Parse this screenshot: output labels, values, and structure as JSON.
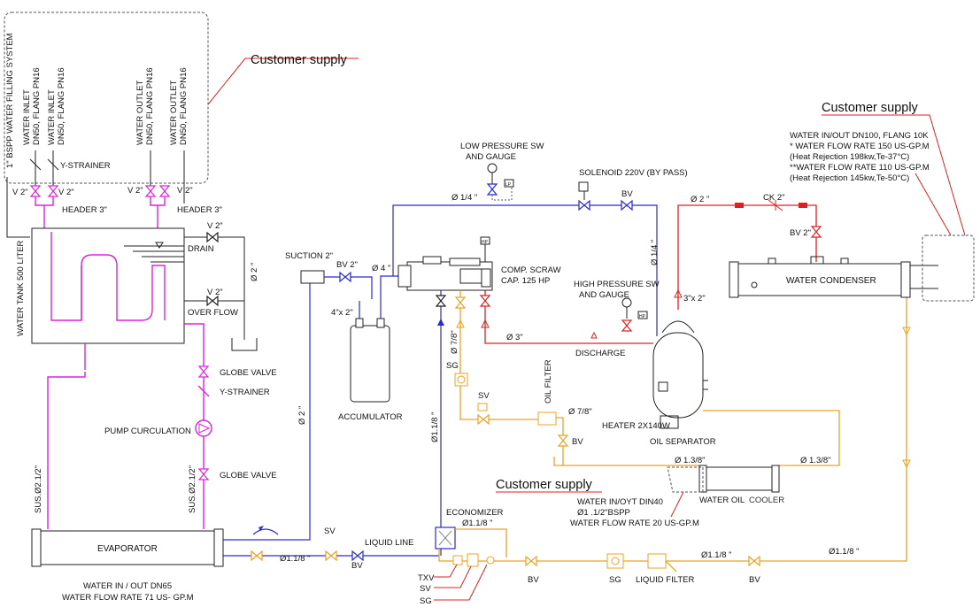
{
  "labels": {
    "customer_supply_top": "Customer supply",
    "customer_supply_right": "Customer supply",
    "customer_supply_bottom": "Customer supply",
    "bspp_filling": "1\" BSPP WATER FILLING SYSTEM",
    "water_inlet_1a": "WATER INLET",
    "water_inlet_1b": "DN50, FLANG PN16",
    "water_inlet_2a": "WATER INLET",
    "water_inlet_2b": "DN50, FLANG  PN16",
    "water_outlet_1a": "WATER OUTLET",
    "water_outlet_1b": "DN50, FLANG PN16",
    "water_outlet_2a": "WATER OUTLET",
    "water_outlet_2b": "DN50, FLANG PN16",
    "y_strainer_top": "Y-STRAINER",
    "v2_1": "V 2\"",
    "v2_2": "V 2\"",
    "v2_3": "V 2\"",
    "v2_4": "V 2\"",
    "header_left": "HEADER 3\"",
    "header_right": "HEADER 3\"",
    "v2_drain": "V 2\"",
    "drain": "DRAIN",
    "v2_overflow": "V 2\"",
    "overflow": "OVER FLOW",
    "dia2_tank": "Ø 2 \"",
    "water_tank": "WATER TANK 500 LITER",
    "globe_valve_top": "GLOBE VALVE",
    "y_strainer_mid": "Y-STRAINER",
    "pump": "PUMP CURCULATION",
    "globe_valve_bottom": "GLOBE VALVE",
    "sus_left": "SUS.Ø2.1/2\"",
    "sus_right": "SUS.Ø2.1/2\"",
    "evaporator": "EVAPORATOR",
    "evap_water_1": "WATER IN / OUT DN65",
    "evap_water_2": "WATER FLOW RATE 71 US- GP.M",
    "suction": "SUCTION 2\"",
    "bv2_suction": "BV 2\"",
    "dia4": "Ø 4 \"",
    "four_by_two": "4\"x 2\"",
    "dia2_suction": "Ø 2 \"",
    "accumulator": "ACCUMULATOR",
    "sv_evap": "SV",
    "bv_evap": "BV",
    "dia118_evap": "Ø1.1/8 \"",
    "liquid_line": "LIQUID LINE",
    "low_pressure_1": "LOW PRESSURE SW",
    "low_pressure_2": "AND GAUGE",
    "lp_tag": "LP",
    "dia14_top": "Ø 1/4 \"",
    "solenoid": "SOLENOID 220V (BY PASS)",
    "bv_solenoid": "BV",
    "dia14_right": "Ø 1/4 \"",
    "hp_tag1": "HP",
    "comp_1": "COMP. SCRAW",
    "comp_2": "CAP. 125 HP",
    "high_pressure_1": "HIGH PRESSURE SW",
    "high_pressure_2": "AND GAUGE",
    "hp_tag2": "HP",
    "dia78_comp": "Ø 7/8\"",
    "dia3": "Ø 3\"",
    "discharge": "DISCHARGE",
    "three_by_two": "3\"x 2\"",
    "sg_left": "SG",
    "sv_oil": "SV",
    "oil_filter": "OIL FILTER",
    "dia78_oil": "Ø 7/8\"",
    "bv_oil": "BV",
    "heater": "HEATER 2X140W",
    "oil_separator": "OIL SEPARATOR",
    "dia118_vertical": "Ø1.1/8 \"",
    "dia138_left": "Ø 1.3/8\"",
    "dia138_right": "Ø 1.3/8\"",
    "water_oil_cooler_a": "WATER OIL",
    "water_oil_cooler_b": "COOLER",
    "oyt_1": "WATER IN/OYT DIN40",
    "oyt_2": "Ø1 .1/2\"BSPP",
    "oyt_3": "WATER FLOW RATE 20 US-GP.M",
    "economizer": "ECONOMIZER",
    "dia118_econ": "Ø1.1/8 \"",
    "txv": "TXV",
    "sv_econ": "SV",
    "sg_econ": "SG",
    "bv_bottom_1": "BV",
    "sg_bottom": "SG",
    "liquid_filter": "LIQUID FILTER",
    "dia118_bottom": "Ø1.1/8 \"",
    "bv_bottom_2": "BV",
    "dia118_bottom_right": "Ø1.1/8 \"",
    "dia2_red": "Ø 2 \"",
    "ck2": "CK 2\"",
    "bv2_red": "BV 2\"",
    "water_condenser": "WATER CONDENSER",
    "cond_water_1": "WATER IN/OUT DN100, FLANG 10K",
    "cond_water_2": "* WATER FLOW RATE 150 US-GP.M",
    "cond_water_3": "(Heat Rejection 198kw,Te-37°C)",
    "cond_water_4": "**WATER FLOW RATE 110 US-GP.M",
    "cond_water_5": "(Heat Rejection 145kw,Te-50°C)"
  },
  "colors": {
    "water_loop": "#e020e0",
    "suction_line": "#2a2ad0",
    "discharge_line": "#e02020",
    "liquid_oil_line": "#f0a020",
    "annotation_line": "#e02020"
  }
}
